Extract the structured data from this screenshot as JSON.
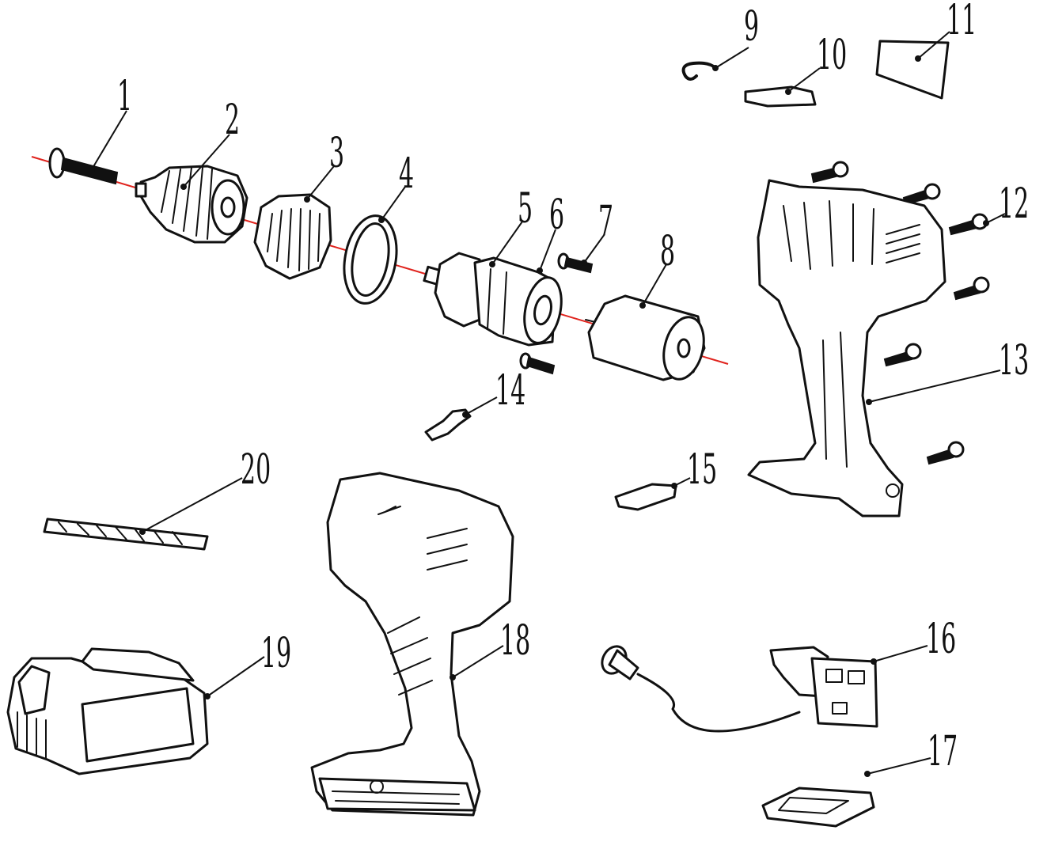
{
  "diagram": {
    "axis_color": "#e0231d",
    "ink_color": "#111111",
    "callouts": [
      {
        "id": "c1",
        "label": "1"
      },
      {
        "id": "c2",
        "label": "2"
      },
      {
        "id": "c3",
        "label": "3"
      },
      {
        "id": "c4",
        "label": "4"
      },
      {
        "id": "c5",
        "label": "5"
      },
      {
        "id": "c6",
        "label": "6"
      },
      {
        "id": "c7",
        "label": "7"
      },
      {
        "id": "c8",
        "label": "8"
      },
      {
        "id": "c9",
        "label": "9"
      },
      {
        "id": "c10",
        "label": "10"
      },
      {
        "id": "c11",
        "label": "11"
      },
      {
        "id": "c12",
        "label": "12"
      },
      {
        "id": "c13",
        "label": "13"
      },
      {
        "id": "c14",
        "label": "14"
      },
      {
        "id": "c15",
        "label": "15"
      },
      {
        "id": "c16",
        "label": "16"
      },
      {
        "id": "c17",
        "label": "17"
      },
      {
        "id": "c18",
        "label": "18"
      },
      {
        "id": "c19",
        "label": "19"
      },
      {
        "id": "c20",
        "label": "20"
      }
    ]
  }
}
